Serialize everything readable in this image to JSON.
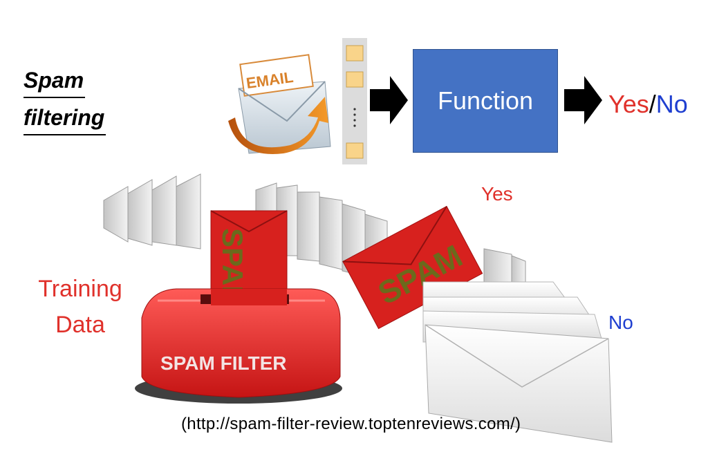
{
  "heading": {
    "line1": "Spam",
    "line2": "filtering"
  },
  "email_icon": {
    "label": "EMAIL"
  },
  "function_box": {
    "label": "Function"
  },
  "output": {
    "yes": "Yes",
    "slash": "/",
    "no": "No"
  },
  "training_data": {
    "line1": "Training",
    "line2": "Data"
  },
  "filter_box": {
    "label": "SPAM FILTER"
  },
  "spam_letter_text": "SPAM",
  "sorted_labels": {
    "yes": "Yes",
    "no": "No"
  },
  "source_url": "(http://spam-filter-review.toptenreviews.com/)",
  "colors": {
    "red": "#e0312b",
    "blue": "#1f3fd0",
    "function_fill": "#4472c4",
    "spam_envelope": "#d7211e"
  }
}
